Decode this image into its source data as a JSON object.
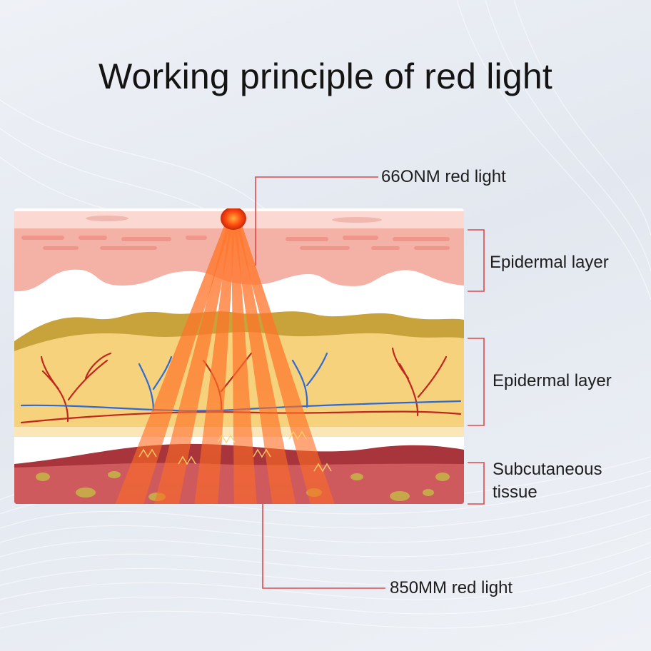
{
  "title": "Working principle of red light",
  "labels": {
    "top_light": "66ONM red light",
    "layer1": "Epidermal layer",
    "layer2": "Epidermal layer",
    "layer3": "Subcutaneous tissue",
    "bottom_light": "850MM red light"
  },
  "colors": {
    "leader_line": "#e0484a",
    "bracket": "#e0484a",
    "beam": "#f46a2a",
    "light_source": "#ff5a1a",
    "epidermis": "#f6b8ab",
    "dermis_fat": "#f7d47e",
    "subcutaneous": "#c9555a",
    "artery": "#c0281e",
    "vein": "#2f6ad3"
  }
}
